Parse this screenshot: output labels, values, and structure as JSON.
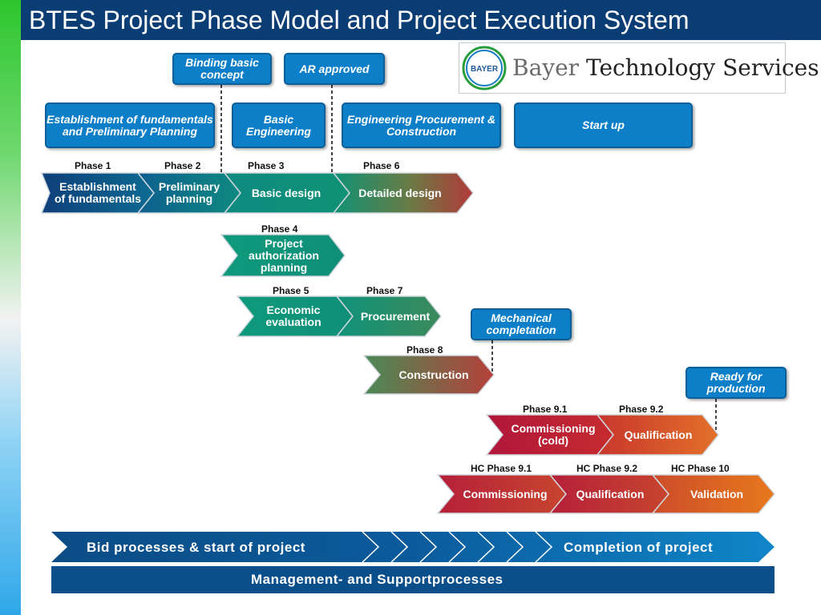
{
  "title": "BTES Project Phase Model and Project Execution System",
  "logo": {
    "seal": "BAYER",
    "brand_part1": "Bayer ",
    "brand_part2": "Technology Services"
  },
  "milestones": {
    "binding_basic_concept": "Binding basic concept",
    "ar_approved": "AR approved",
    "mechanical_completation": "Mechanical completation",
    "ready_for_production": "Ready for production"
  },
  "stages": {
    "establishment": "Establishment of fundamentals and Preliminary Planning",
    "basic_engineering": "Basic Engineering",
    "epc": "Engineering Procurement & Construction",
    "start_up": "Start up"
  },
  "phases": {
    "p1": {
      "label": "Phase 1",
      "name": "Establishment of fundamentals"
    },
    "p2": {
      "label": "Phase 2",
      "name": "Preliminary planning"
    },
    "p3": {
      "label": "Phase 3",
      "name": "Basic design"
    },
    "p6": {
      "label": "Phase 6",
      "name": "Detailed design"
    },
    "p4": {
      "label": "Phase 4",
      "name": "Project authorization planning"
    },
    "p5": {
      "label": "Phase 5",
      "name": "Economic evaluation"
    },
    "p7": {
      "label": "Phase 7",
      "name": "Procurement"
    },
    "p8": {
      "label": "Phase 8",
      "name": "Construction"
    },
    "p91": {
      "label": "Phase 9.1",
      "name": "Commissioning (cold)"
    },
    "p92": {
      "label": "Phase 9.2",
      "name": "Qualification"
    },
    "hc91": {
      "label": "HC Phase 9.1",
      "name": "Commissioning"
    },
    "hc92": {
      "label": "HC Phase 9.2",
      "name": "Qualification"
    },
    "hc10": {
      "label": "HC Phase 10",
      "name": "Validation"
    }
  },
  "bars": {
    "bid": "Bid processes & start of project",
    "completion": "Completion of project",
    "management": "Management- and Supportprocesses"
  },
  "colors": {
    "title_bg": "#0a3d73",
    "box_blue": "#0d7fc8",
    "bar_dark": "#0b4f8a",
    "teal": "#0f8f7b",
    "navy": "#0f4a86",
    "red": "#b1173a",
    "orange": "#e0701e"
  }
}
